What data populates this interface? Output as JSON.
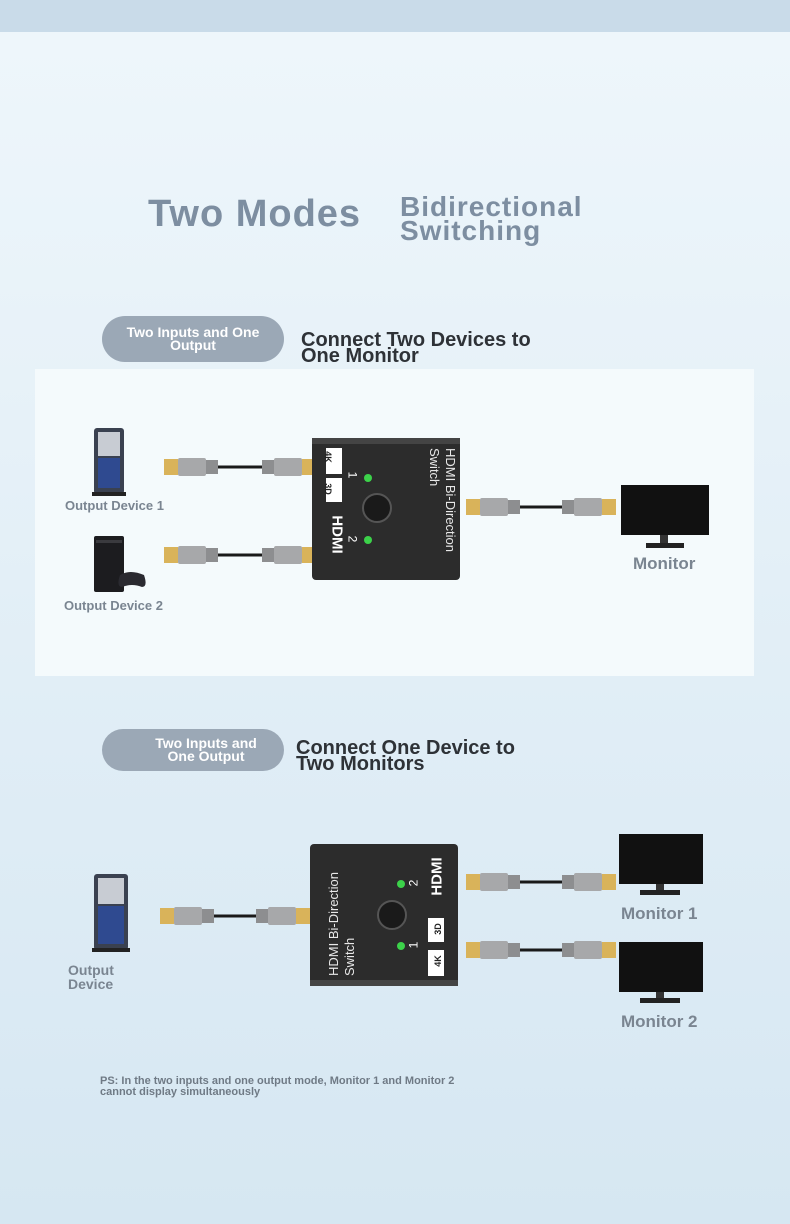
{
  "hero": {
    "title_left": "Two Modes",
    "title_right": "Bidirectional Switching"
  },
  "section1": {
    "pill": "Two Inputs and One Output",
    "title": "Connect Two Devices to One Monitor",
    "device1": "Output Device 1",
    "device2": "Output Device 2",
    "monitor": "Monitor",
    "switch_label": "HDMI Bi-Direction Switch",
    "port1": "1",
    "port2": "2"
  },
  "section2": {
    "pill": "Two Inputs and One Output",
    "title": "Connect One Device to Two Monitors",
    "device": "Output Device",
    "monitor1": "Monitor 1",
    "monitor2": "Monitor 2",
    "switch_label": "HDMI Bi-Direction Switch",
    "port1": "1",
    "port2": "2"
  },
  "badges": {
    "k4": "4K",
    "d3": "3D",
    "hdmi": "HDMI"
  },
  "note": "PS: In the two inputs and one output mode, Monitor 1 and Monitor 2 cannot display simultaneously",
  "colors": {
    "accent_text": "#7d8ea1",
    "pill": "#9ba8b6",
    "led": "#3cd24a",
    "switch_body": "#2c2c2c",
    "gold": "#d9b35a"
  }
}
